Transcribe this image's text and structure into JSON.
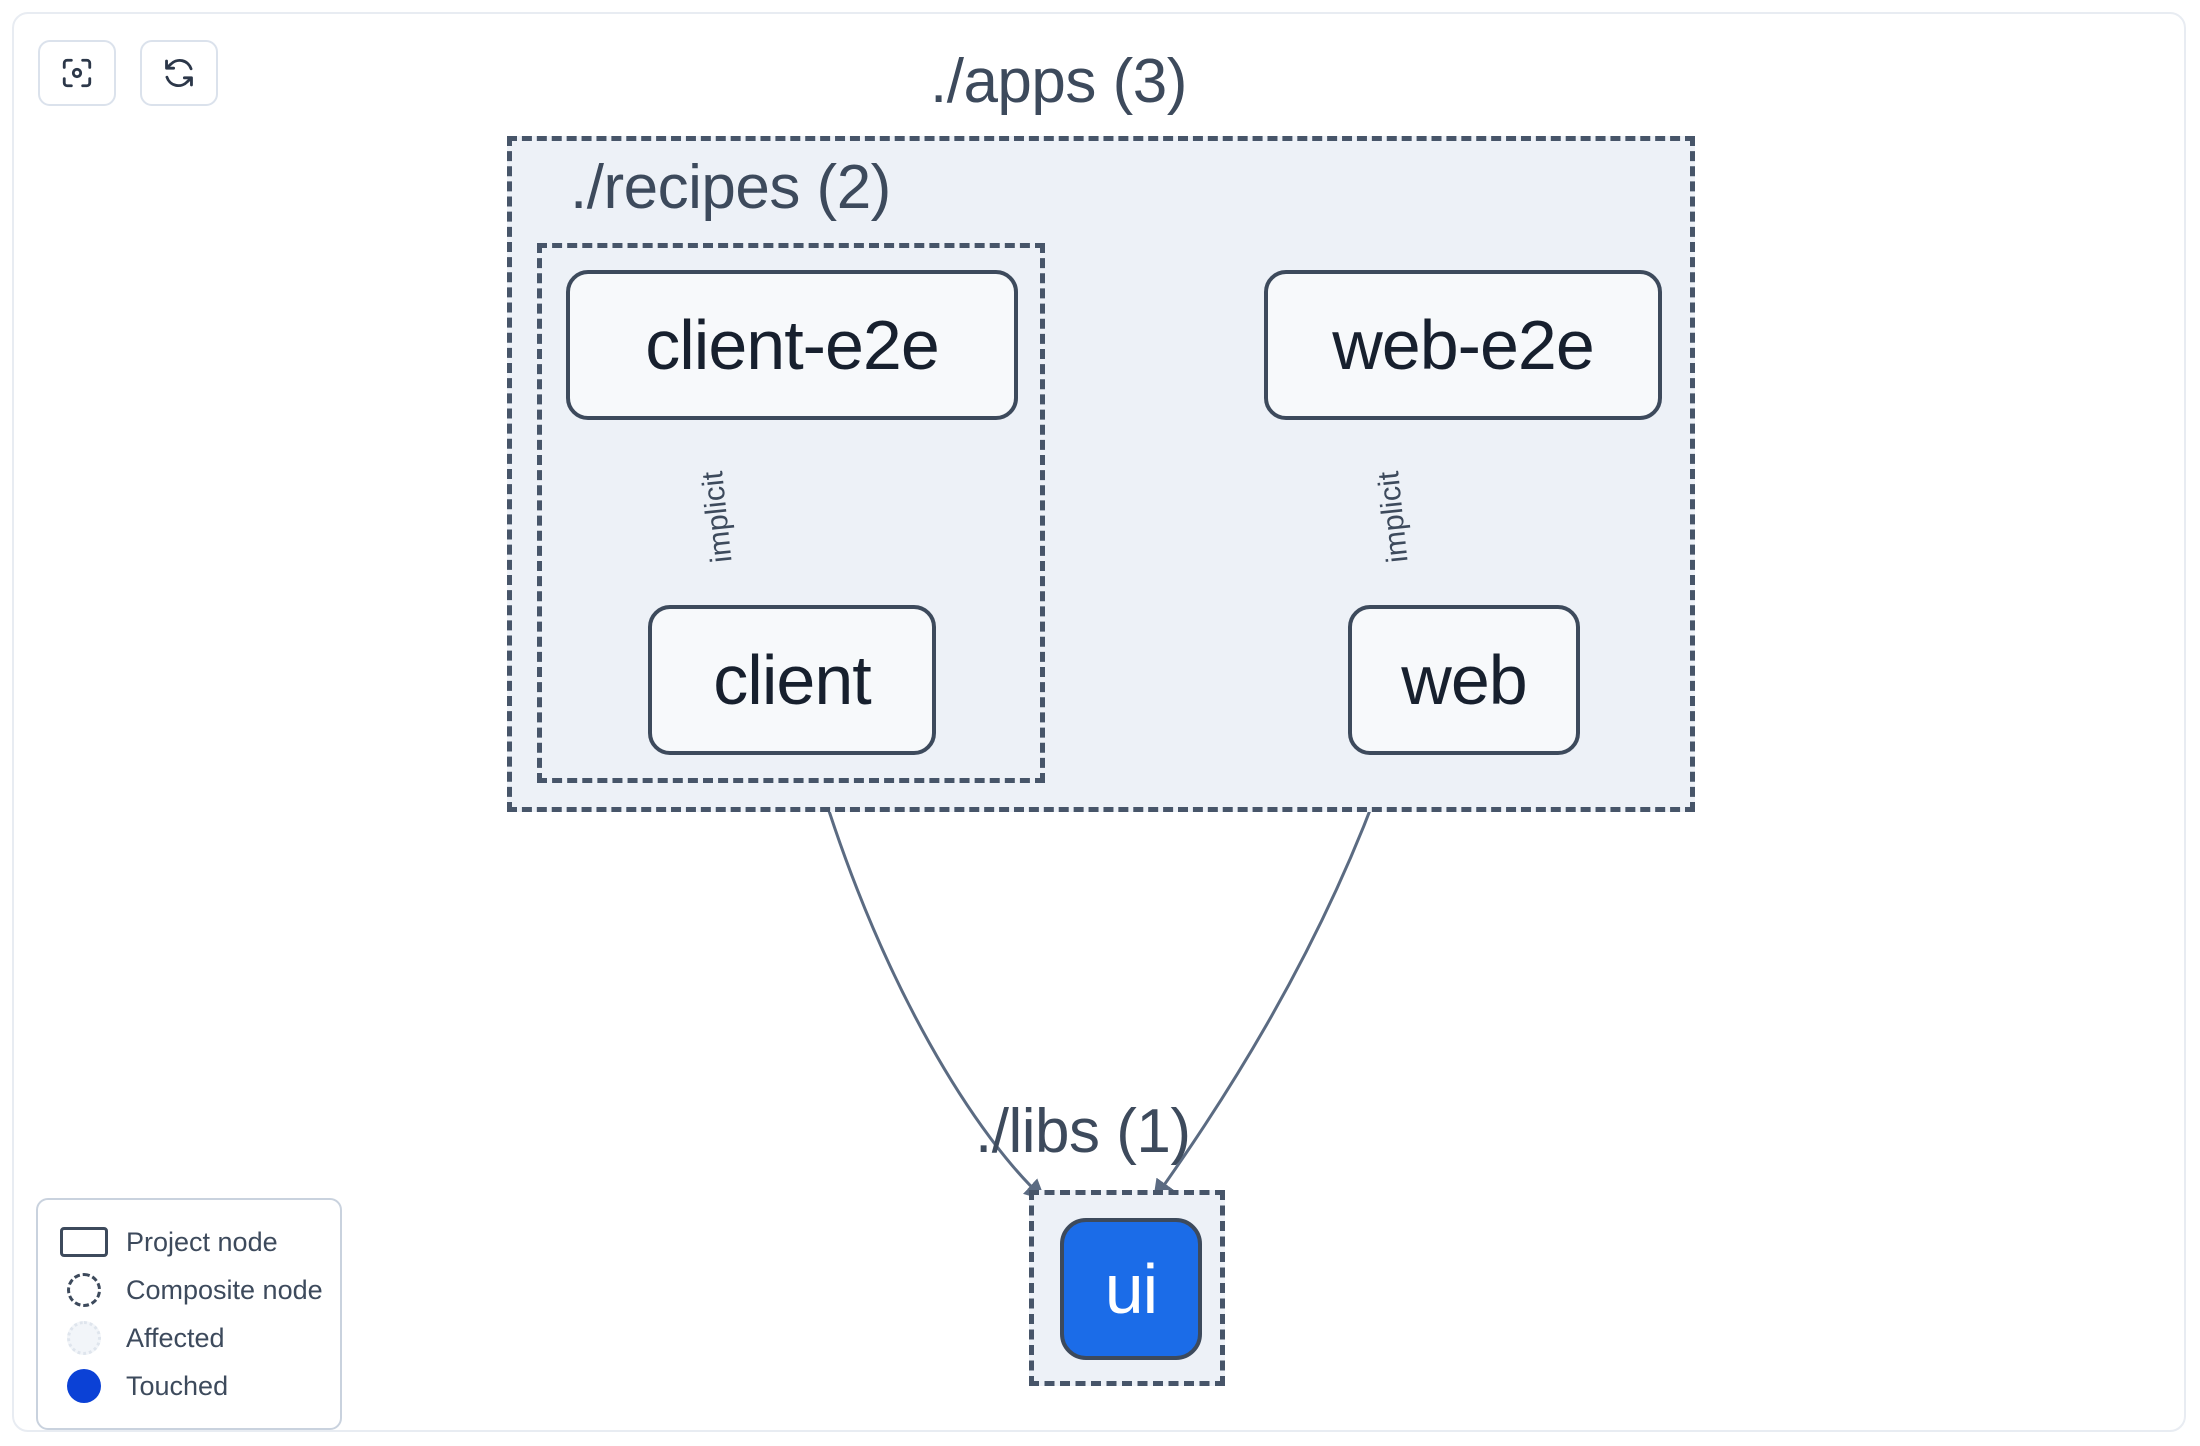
{
  "toolbar": {
    "buttons": [
      {
        "name": "focus-graph-button",
        "icon": "focus-scan-icon"
      },
      {
        "name": "refresh-graph-button",
        "icon": "refresh-icon"
      }
    ]
  },
  "graph": {
    "composites": [
      {
        "id": "apps",
        "label": "./apps (3)"
      },
      {
        "id": "recipes",
        "label": "./recipes (2)"
      },
      {
        "id": "libs",
        "label": "./libs (1)"
      }
    ],
    "nodes": [
      {
        "id": "client-e2e",
        "label": "client-e2e",
        "state": "project"
      },
      {
        "id": "web-e2e",
        "label": "web-e2e",
        "state": "project"
      },
      {
        "id": "client",
        "label": "client",
        "state": "project"
      },
      {
        "id": "web",
        "label": "web",
        "state": "project"
      },
      {
        "id": "ui",
        "label": "ui",
        "state": "touched"
      }
    ],
    "edges": [
      {
        "from": "client-e2e",
        "to": "client",
        "label": "implicit"
      },
      {
        "from": "web-e2e",
        "to": "web",
        "label": "implicit"
      },
      {
        "from": "client",
        "to": "ui",
        "label": ""
      },
      {
        "from": "web",
        "to": "ui",
        "label": ""
      }
    ]
  },
  "legend": {
    "items": [
      {
        "swatch": "project-node-swatch",
        "label": "Project node"
      },
      {
        "swatch": "composite-node-swatch",
        "label": "Composite node"
      },
      {
        "swatch": "affected-swatch",
        "label": "Affected"
      },
      {
        "swatch": "touched-swatch",
        "label": "Touched"
      }
    ]
  },
  "colors": {
    "touched": "#0b41d6",
    "node_border": "#3d4a5c",
    "node_fill": "#f7f9fb",
    "composite_fill": "#edf1f7",
    "edge": "#5b6b82",
    "text": "#17202e"
  }
}
